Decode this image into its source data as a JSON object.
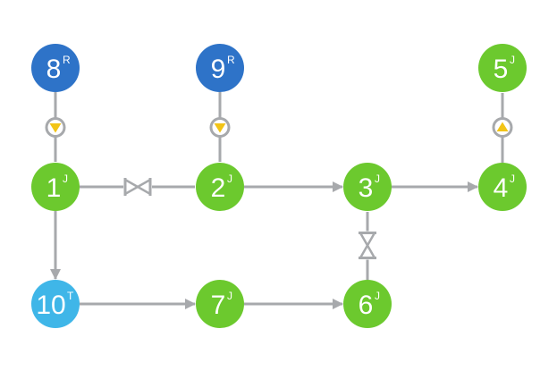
{
  "colors": {
    "reservoir": "#2e73c8",
    "junction": "#6cc92e",
    "tank": "#3fb6e8",
    "pipe": "#a7a9ac",
    "pump_fill": "#f2c417"
  },
  "nodes": [
    {
      "id": "8",
      "label": "8",
      "type_letter": "R",
      "kind": "reservoir"
    },
    {
      "id": "9",
      "label": "9",
      "type_letter": "R",
      "kind": "reservoir"
    },
    {
      "id": "5",
      "label": "5",
      "type_letter": "J",
      "kind": "junction"
    },
    {
      "id": "1",
      "label": "1",
      "type_letter": "J",
      "kind": "junction"
    },
    {
      "id": "2",
      "label": "2",
      "type_letter": "J",
      "kind": "junction"
    },
    {
      "id": "3",
      "label": "3",
      "type_letter": "J",
      "kind": "junction"
    },
    {
      "id": "4",
      "label": "4",
      "type_letter": "J",
      "kind": "junction"
    },
    {
      "id": "10",
      "label": "10",
      "type_letter": "T",
      "kind": "tank"
    },
    {
      "id": "7",
      "label": "7",
      "type_letter": "J",
      "kind": "junction"
    },
    {
      "id": "6",
      "label": "6",
      "type_letter": "J",
      "kind": "junction"
    }
  ],
  "links": [
    {
      "from": "8",
      "to": "1",
      "device": "pump",
      "direction": "down"
    },
    {
      "from": "9",
      "to": "2",
      "device": "pump",
      "direction": "down"
    },
    {
      "from": "4",
      "to": "5",
      "device": "pump",
      "direction": "up"
    },
    {
      "from": "1",
      "to": "2",
      "device": "valve"
    },
    {
      "from": "2",
      "to": "3",
      "device": "arrow"
    },
    {
      "from": "3",
      "to": "4",
      "device": "arrow"
    },
    {
      "from": "1",
      "to": "10",
      "device": "arrow"
    },
    {
      "from": "10",
      "to": "7",
      "device": "arrow"
    },
    {
      "from": "7",
      "to": "6",
      "device": "arrow"
    },
    {
      "from": "6",
      "to": "3",
      "device": "valve"
    }
  ]
}
